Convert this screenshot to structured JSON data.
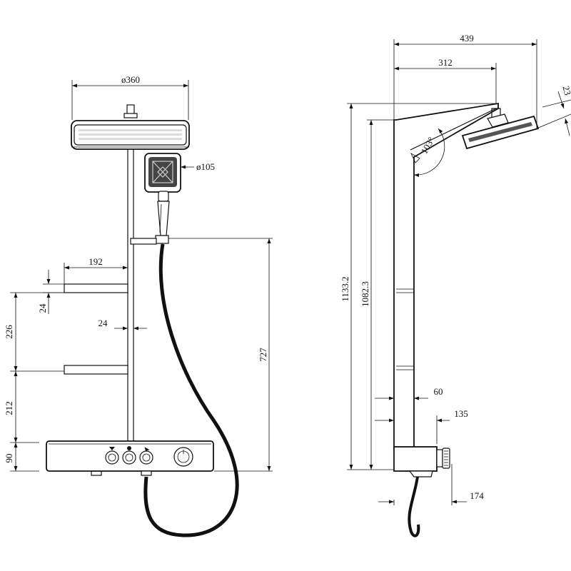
{
  "front_view": {
    "head_diameter": "ø360",
    "hand_shower_diameter": "ø105",
    "shelf_width": "192",
    "shelf_thickness": "24",
    "bar_gap": "24",
    "shelf_spacing": "226",
    "lower_height": "212",
    "mixer_height": "90",
    "hose_outlet_height": "727"
  },
  "side_view": {
    "total_reach": "439",
    "arm_reach": "312",
    "head_tilt": "23",
    "arm_angle": "103°",
    "total_height": "1133.2",
    "column_height": "1082.3",
    "column_offset": "60",
    "control_depth": "135",
    "mixer_depth": "174"
  }
}
